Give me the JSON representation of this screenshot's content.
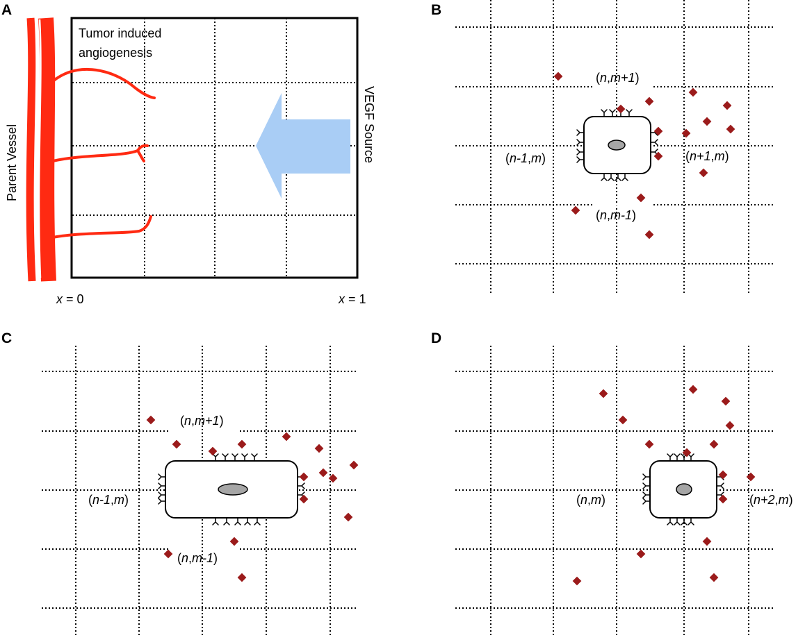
{
  "panels": {
    "A": {
      "letter": "A",
      "title_line1": "Tumor induced",
      "title_line2": "angiogenesis",
      "left_label": "Parent Vessel",
      "right_label": "VEGF Source",
      "x0_var": "x",
      "x0_val": " = 0",
      "x1_var": "x",
      "x1_val": " = 1"
    },
    "B": {
      "letter": "B",
      "top_label": [
        "(",
        "n",
        ",",
        "m+1",
        ")"
      ],
      "left_label": [
        "(",
        "n-1",
        ",",
        "m",
        ")"
      ],
      "right_label": [
        "(",
        "n+1",
        ",",
        "m",
        ")"
      ],
      "bottom_label": [
        "(",
        "n",
        ",",
        "m-1",
        ")"
      ]
    },
    "C": {
      "letter": "C",
      "top_label": [
        "(",
        "n",
        ",",
        "m+1",
        ")"
      ],
      "left_label": [
        "(",
        "n-1",
        ",",
        "m",
        ")"
      ],
      "bottom_label": [
        "(",
        "n",
        ",",
        "m-1",
        ")"
      ]
    },
    "D": {
      "letter": "D",
      "left_label": [
        "(",
        "n",
        ",",
        "m",
        ")"
      ],
      "right_label": [
        "(",
        "n+2",
        ",",
        "m",
        ")"
      ]
    }
  },
  "colors": {
    "vessel_red": "#ff2a12",
    "vegf_arrow": "#a9cdf5",
    "vegf_particle": "#9b1b1b",
    "nucleus_gray": "#a6a6a6"
  }
}
